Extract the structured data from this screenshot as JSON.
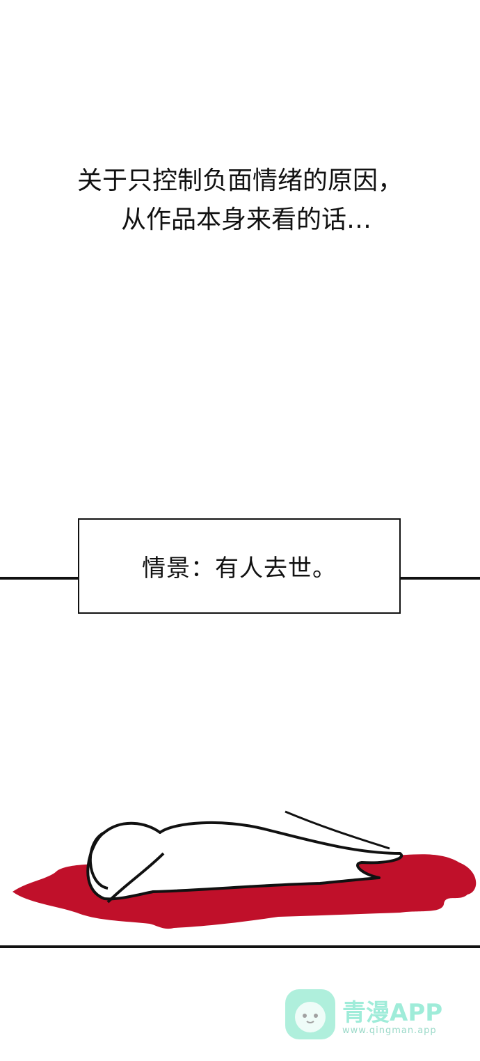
{
  "narration": {
    "line1": "关于只控制负面情绪的原因，",
    "line2": "从作品本身来看的话…"
  },
  "caption": {
    "text": "情景：有人去世。"
  },
  "colors": {
    "ink": "#111111",
    "blood": "#c0102a",
    "watermark": "#6fe3c0"
  },
  "watermark": {
    "title": "青漫APP",
    "url": "www.qingman.app"
  }
}
